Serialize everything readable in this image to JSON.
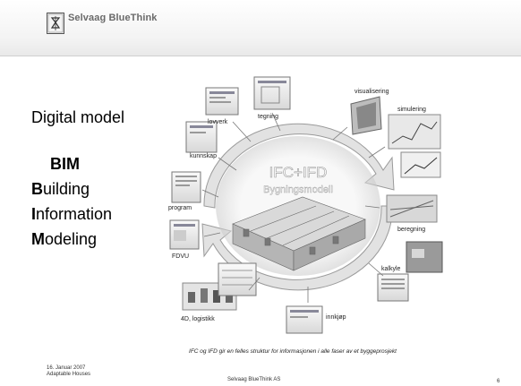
{
  "header": {
    "company": "Selvaag BlueThink",
    "logo_icon": "selvaag-logo-icon"
  },
  "left": {
    "title": "Digital model",
    "bim": "BIM",
    "lines": [
      {
        "initial": "B",
        "rest": "uilding"
      },
      {
        "initial": "I",
        "rest": "nformation"
      },
      {
        "initial": "M",
        "rest": "odeling"
      }
    ]
  },
  "diagram": {
    "center_title": "IFC+IFD",
    "center_subtitle": "Bygningsmodell",
    "labels": {
      "lovverk": "lovverk",
      "tegning": "tegning",
      "visualisering": "visualisering",
      "simulering": "simulering",
      "kunnskap": "kunnskap",
      "program": "program",
      "beregning": "beregning",
      "fdvu": "FDVU",
      "kalkyle": "kalkyle",
      "innkjop": "innkjøp",
      "logistikk": "4D, logistikk"
    }
  },
  "caption": "IFC og IFD gir en felles struktur for informasjonen i alle faser av et byggeprosjekt",
  "footer": {
    "date": "16. Januar 2007",
    "event": "Adaptable Houses",
    "center": "Selvaag BlueThink AS",
    "page": "6"
  }
}
